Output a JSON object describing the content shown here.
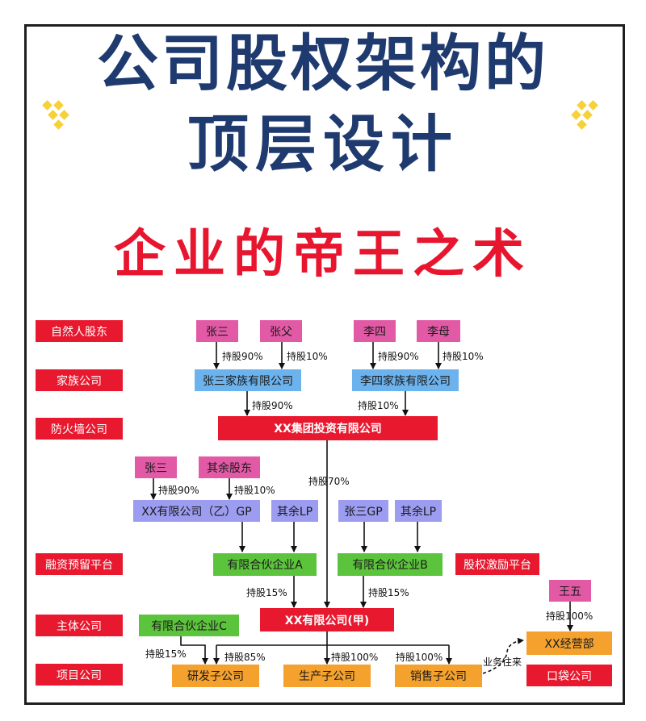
{
  "title": {
    "line1": "公司股权架构的",
    "line2": "顶层设计",
    "subtitle": "企业的帝王之术"
  },
  "row_labels": {
    "natural": "自然人股东",
    "family": "家族公司",
    "firewall": "防火墙公司",
    "financing": "融资预留平台",
    "main": "主体公司",
    "project": "项目公司"
  },
  "nodes": {
    "zhangsan_top": "张三",
    "zhangfu": "张父",
    "lisi": "李四",
    "limu": "李母",
    "zhangsan_family": "张三家族有限公司",
    "lisi_family": "李四家族有限公司",
    "group": "XX集团投资有限公司",
    "zhangsan_mid": "张三",
    "other_shareholders": "其余股东",
    "xx_b_gp": "XX有限公司（乙）GP",
    "other_lp_a": "其余LP",
    "zhangsan_gp": "张三GP",
    "other_lp_b": "其余LP",
    "partnership_a": "有限合伙企业A",
    "partnership_b": "有限合伙企业B",
    "equity_incentive": "股权激励平台",
    "wangwu": "王五",
    "partnership_c": "有限合伙企业C",
    "main_company": "XX有限公司(甲)",
    "operations": "XX经营部",
    "rnd": "研发子公司",
    "production": "生产子公司",
    "sales": "销售子公司",
    "pocket": "口袋公司"
  },
  "edges": {
    "zs_90": "持股90%",
    "zf_10": "持股10%",
    "ls_90": "持股90%",
    "lm_10": "持股10%",
    "zsf_90": "持股90%",
    "lsf_10": "持股10%",
    "group_70": "持股70%",
    "zs2_90": "持股90%",
    "other_10": "持股10%",
    "a_15": "持股15%",
    "b_15": "持股15%",
    "ww_100": "持股100%",
    "c_15": "持股15%",
    "rnd_85": "持股85%",
    "prod_100": "持股100%",
    "sales_100": "持股100%",
    "business": "业务往来"
  },
  "colors": {
    "title_navy": "#1f3a6e",
    "title_red": "#e8152f",
    "label_red": "#e8192f",
    "pink": "#e25aa6",
    "blue": "#6cb3ee",
    "lavender": "#9c9cf0",
    "green": "#5cc43c",
    "orange": "#f4a12e"
  }
}
